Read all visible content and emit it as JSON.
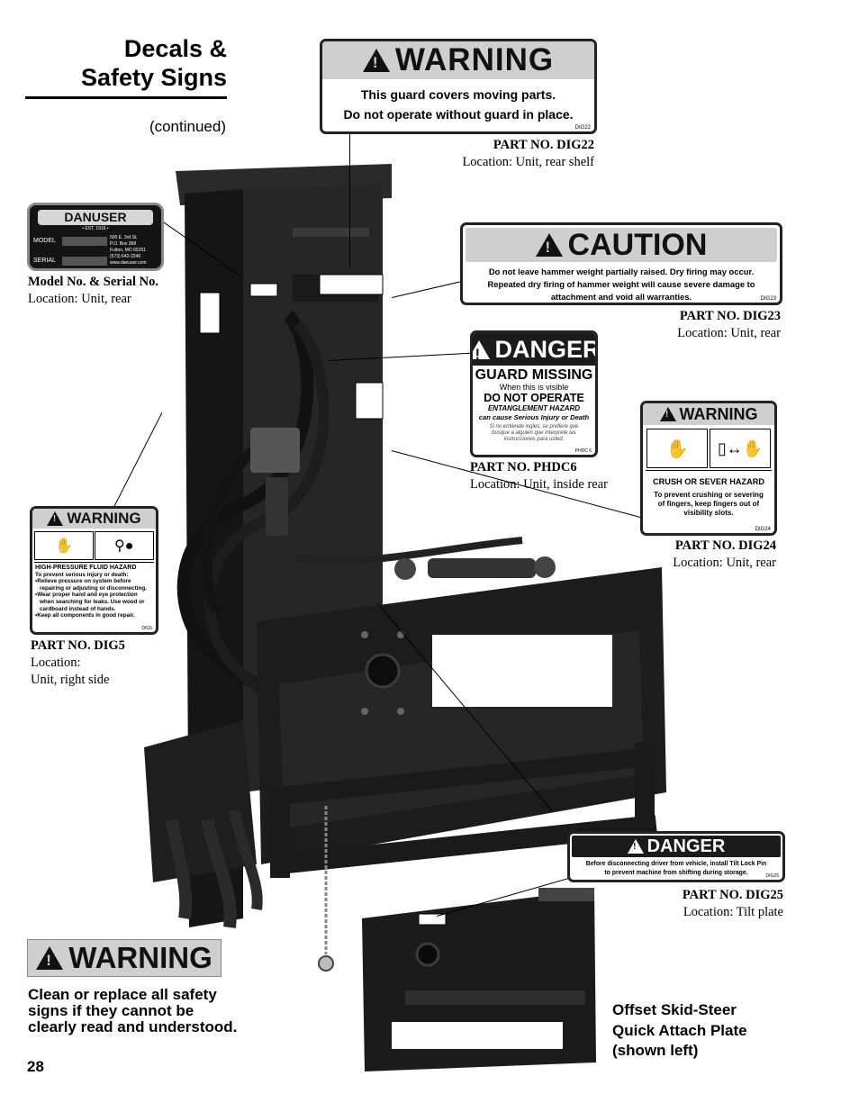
{
  "header": {
    "title_line1": "Decals &",
    "title_line2": "Safety Signs",
    "continued": "(continued)"
  },
  "decals": {
    "dig22": {
      "header": "WARNING",
      "line1": "This guard covers moving parts.",
      "line2": "Do not operate without guard in place.",
      "code": "DIG22",
      "part": "PART NO. DIG22",
      "location": "Location:  Unit, rear shelf"
    },
    "dig23": {
      "header": "CAUTION",
      "line1": "Do not leave hammer weight partially raised.  Dry firing may occur.",
      "line2": "Repeated dry firing of hammer weight will cause severe damage to",
      "line3": "attachment and void all warranties.",
      "code": "DIG23",
      "part": "PART NO. DIG23",
      "location": "Location:  Unit, rear"
    },
    "plate": {
      "brand": "DANUSER",
      "est": "• EST. 1916 •",
      "model_label": "MODEL",
      "serial_label": "SERIAL",
      "addr1": "500 E. 3rd St.",
      "addr2": "P.O. Box 368",
      "addr3": "Fulton, MO 65251",
      "phone": "(573) 642-2246",
      "web": "www.danuser.com",
      "part": "Model No. & Serial No.",
      "location": "Location:  Unit, rear"
    },
    "phdc6": {
      "header": "DANGER",
      "title": "GUARD MISSING",
      "sub": "When this is visible",
      "warn": "DO NOT OPERATE",
      "hazard": "ENTANGLEMENT HAZARD",
      "result": "can cause Serious Injury or Death",
      "spanish1": "Si no entiende ingles, se prefiere que",
      "spanish2": "busque a alguien que interprete las",
      "spanish3": "instrucciones para usted.",
      "code": "PHDC 6",
      "part": "PART NO. PHDC6",
      "location": "Location: Unit, inside rear"
    },
    "dig24": {
      "header": "WARNING",
      "hazard": "CRUSH OR SEVER HAZARD",
      "line1": "To prevent crushing or severing",
      "line2": "of fingers, keep fingers out of",
      "line3": "visibility slots.",
      "code": "DIG24",
      "part": "PART NO. DIG24",
      "location": "Location:  Unit, rear"
    },
    "dig5": {
      "header": "WARNING",
      "hazard": "HIGH-PRESSURE FLUID HAZARD",
      "intro": "To prevent serious injury or death:",
      "b1": "•Relieve pressure on system before",
      "b1b": "repairing or adjusting or disconnecting.",
      "b2": "•Wear proper hand and eye protection",
      "b2b": "when searching for leaks. Use wood or",
      "b2c": "cardboard instead of hands.",
      "b3": "•Keep all components in good repair.",
      "code": "DIG5",
      "part": "PART NO. DIG5",
      "location1": "Location:",
      "location2": "Unit, right side"
    },
    "dig25": {
      "header": "DANGER",
      "line1": "Before disconnecting driver from vehicle, install Tilt Lock Pin",
      "line2": "to prevent machine from shifting during storage.",
      "code": "DIG25",
      "part": "PART NO. DIG25",
      "location": "Location:  Tilt plate"
    }
  },
  "footer_warning": {
    "header": "WARNING",
    "line1": "Clean or replace all safety",
    "line2": "signs if they cannot be",
    "line3": "clearly read and understood."
  },
  "plate_caption": {
    "line1": "Offset Skid-Steer",
    "line2": "Quick Attach Plate",
    "line3": "(shown left)"
  },
  "page_number": "28"
}
